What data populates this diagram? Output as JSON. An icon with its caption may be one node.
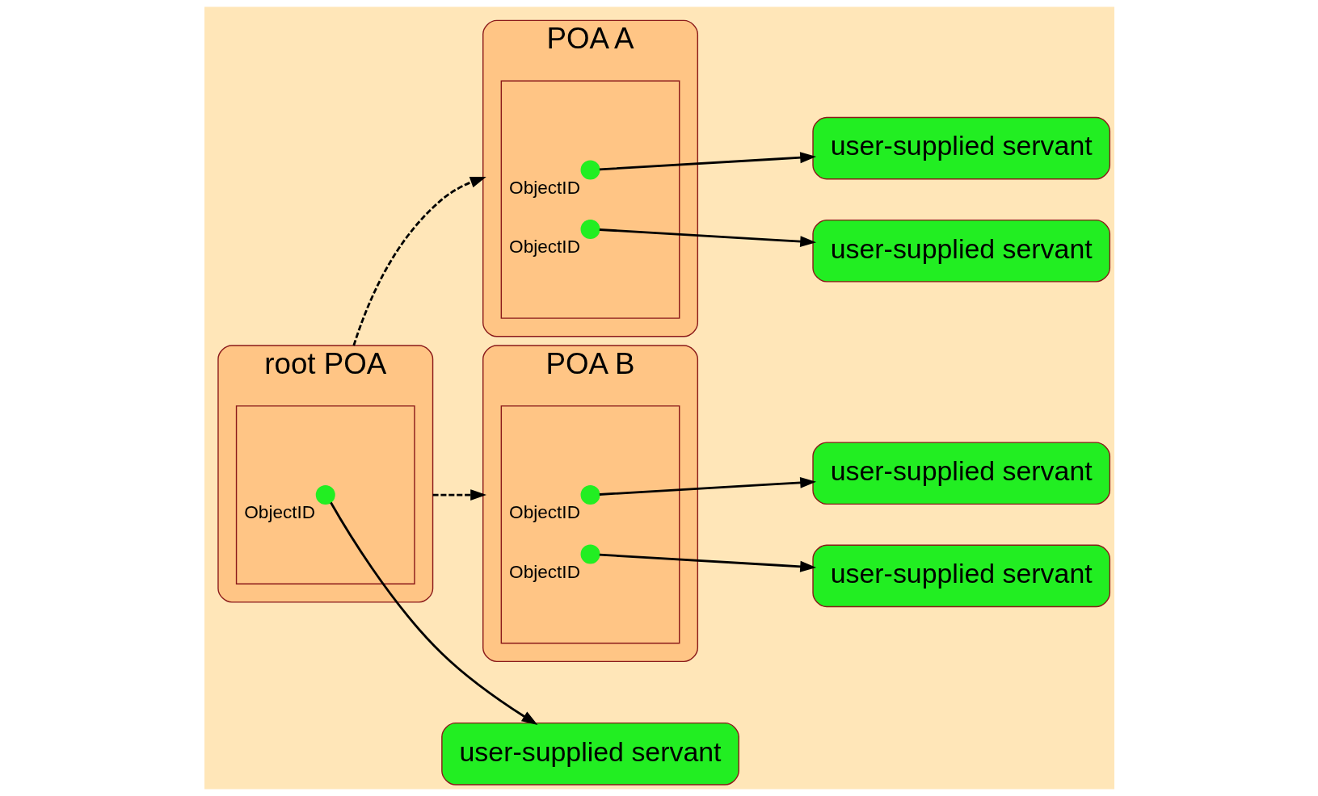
{
  "diagram": {
    "nodes": [
      {
        "text": [
          "root POA"
        ]
      },
      {
        "text": [],
        "shape": "box",
        "in": 0
      },
      {
        "text": [],
        "shape": "circle",
        "in": 1,
        "beside": [
          "ObjectID"
        ]
      },
      {
        "text": [
          "POA A"
        ]
      },
      {
        "text": [],
        "shape": "box",
        "in": 3
      },
      {
        "text": [],
        "shape": "circle",
        "in": 4,
        "beside": [
          "ObjectID"
        ]
      },
      {
        "text": [],
        "shape": "circle",
        "in": 4,
        "beside": [
          "ObjectID"
        ]
      },
      {
        "text": [
          "POA B"
        ]
      },
      {
        "text": [],
        "shape": "box",
        "in": 7
      },
      {
        "text": [],
        "shape": "circle",
        "in": 8,
        "beside": [
          "ObjectID"
        ]
      },
      {
        "text": [],
        "shape": "circle",
        "in": 8,
        "beside": [
          "ObjectID"
        ]
      },
      {
        "text": [
          "user-supplied servant"
        ]
      },
      {
        "text": [
          "user-supplied servant"
        ]
      },
      {
        "text": [
          "user-supplied servant"
        ]
      },
      {
        "text": [
          "user-supplied servant"
        ]
      },
      {
        "text": [
          "user-supplied servant"
        ]
      }
    ],
    "edges": [
      {
        "from": 0,
        "to": 3,
        "arrow": "to",
        "style": "dashed"
      },
      {
        "from": 0,
        "to": 7,
        "arrow": "to",
        "style": "dashed"
      },
      {
        "from": 2,
        "to": 15,
        "arrow": "to"
      },
      {
        "from": 5,
        "to": 11,
        "arrow": "to"
      },
      {
        "from": 6,
        "to": 12,
        "arrow": "to"
      },
      {
        "from": 9,
        "to": 13,
        "arrow": "to"
      },
      {
        "from": 10,
        "to": 14,
        "arrow": "to"
      }
    ]
  }
}
